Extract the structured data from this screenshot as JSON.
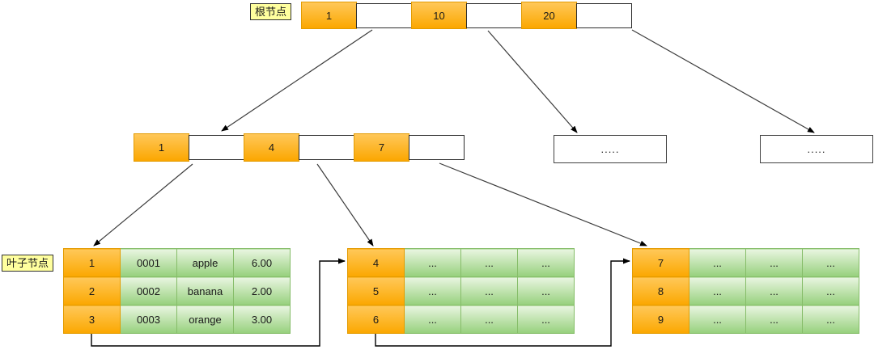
{
  "labels": {
    "root": "根节点",
    "leaf": "叶子节点"
  },
  "root_node": {
    "keys": [
      "1",
      "10",
      "20"
    ]
  },
  "internal_node": {
    "keys": [
      "1",
      "4",
      "7"
    ]
  },
  "ellipsis_nodes": [
    {
      "text": "....."
    },
    {
      "text": "....."
    }
  ],
  "leaf_tables": [
    {
      "rows": [
        [
          "1",
          "0001",
          "apple",
          "6.00"
        ],
        [
          "2",
          "0002",
          "banana",
          "2.00"
        ],
        [
          "3",
          "0003",
          "orange",
          "3.00"
        ]
      ]
    },
    {
      "rows": [
        [
          "4",
          "...",
          "...",
          "..."
        ],
        [
          "5",
          "...",
          "...",
          "..."
        ],
        [
          "6",
          "...",
          "...",
          "..."
        ]
      ]
    },
    {
      "rows": [
        [
          "7",
          "...",
          "...",
          "..."
        ],
        [
          "8",
          "...",
          "...",
          "..."
        ],
        [
          "9",
          "...",
          "...",
          "..."
        ]
      ]
    }
  ],
  "colors": {
    "key_top": "#ffc859",
    "key_bottom": "#fba700",
    "key_border": "#e39b00",
    "green_top": "#e9f5e1",
    "green_bottom": "#96d07c",
    "green_border": "#86bd69",
    "label_bg": "#ffff9e",
    "edge_stroke": "#3c3c3c"
  }
}
